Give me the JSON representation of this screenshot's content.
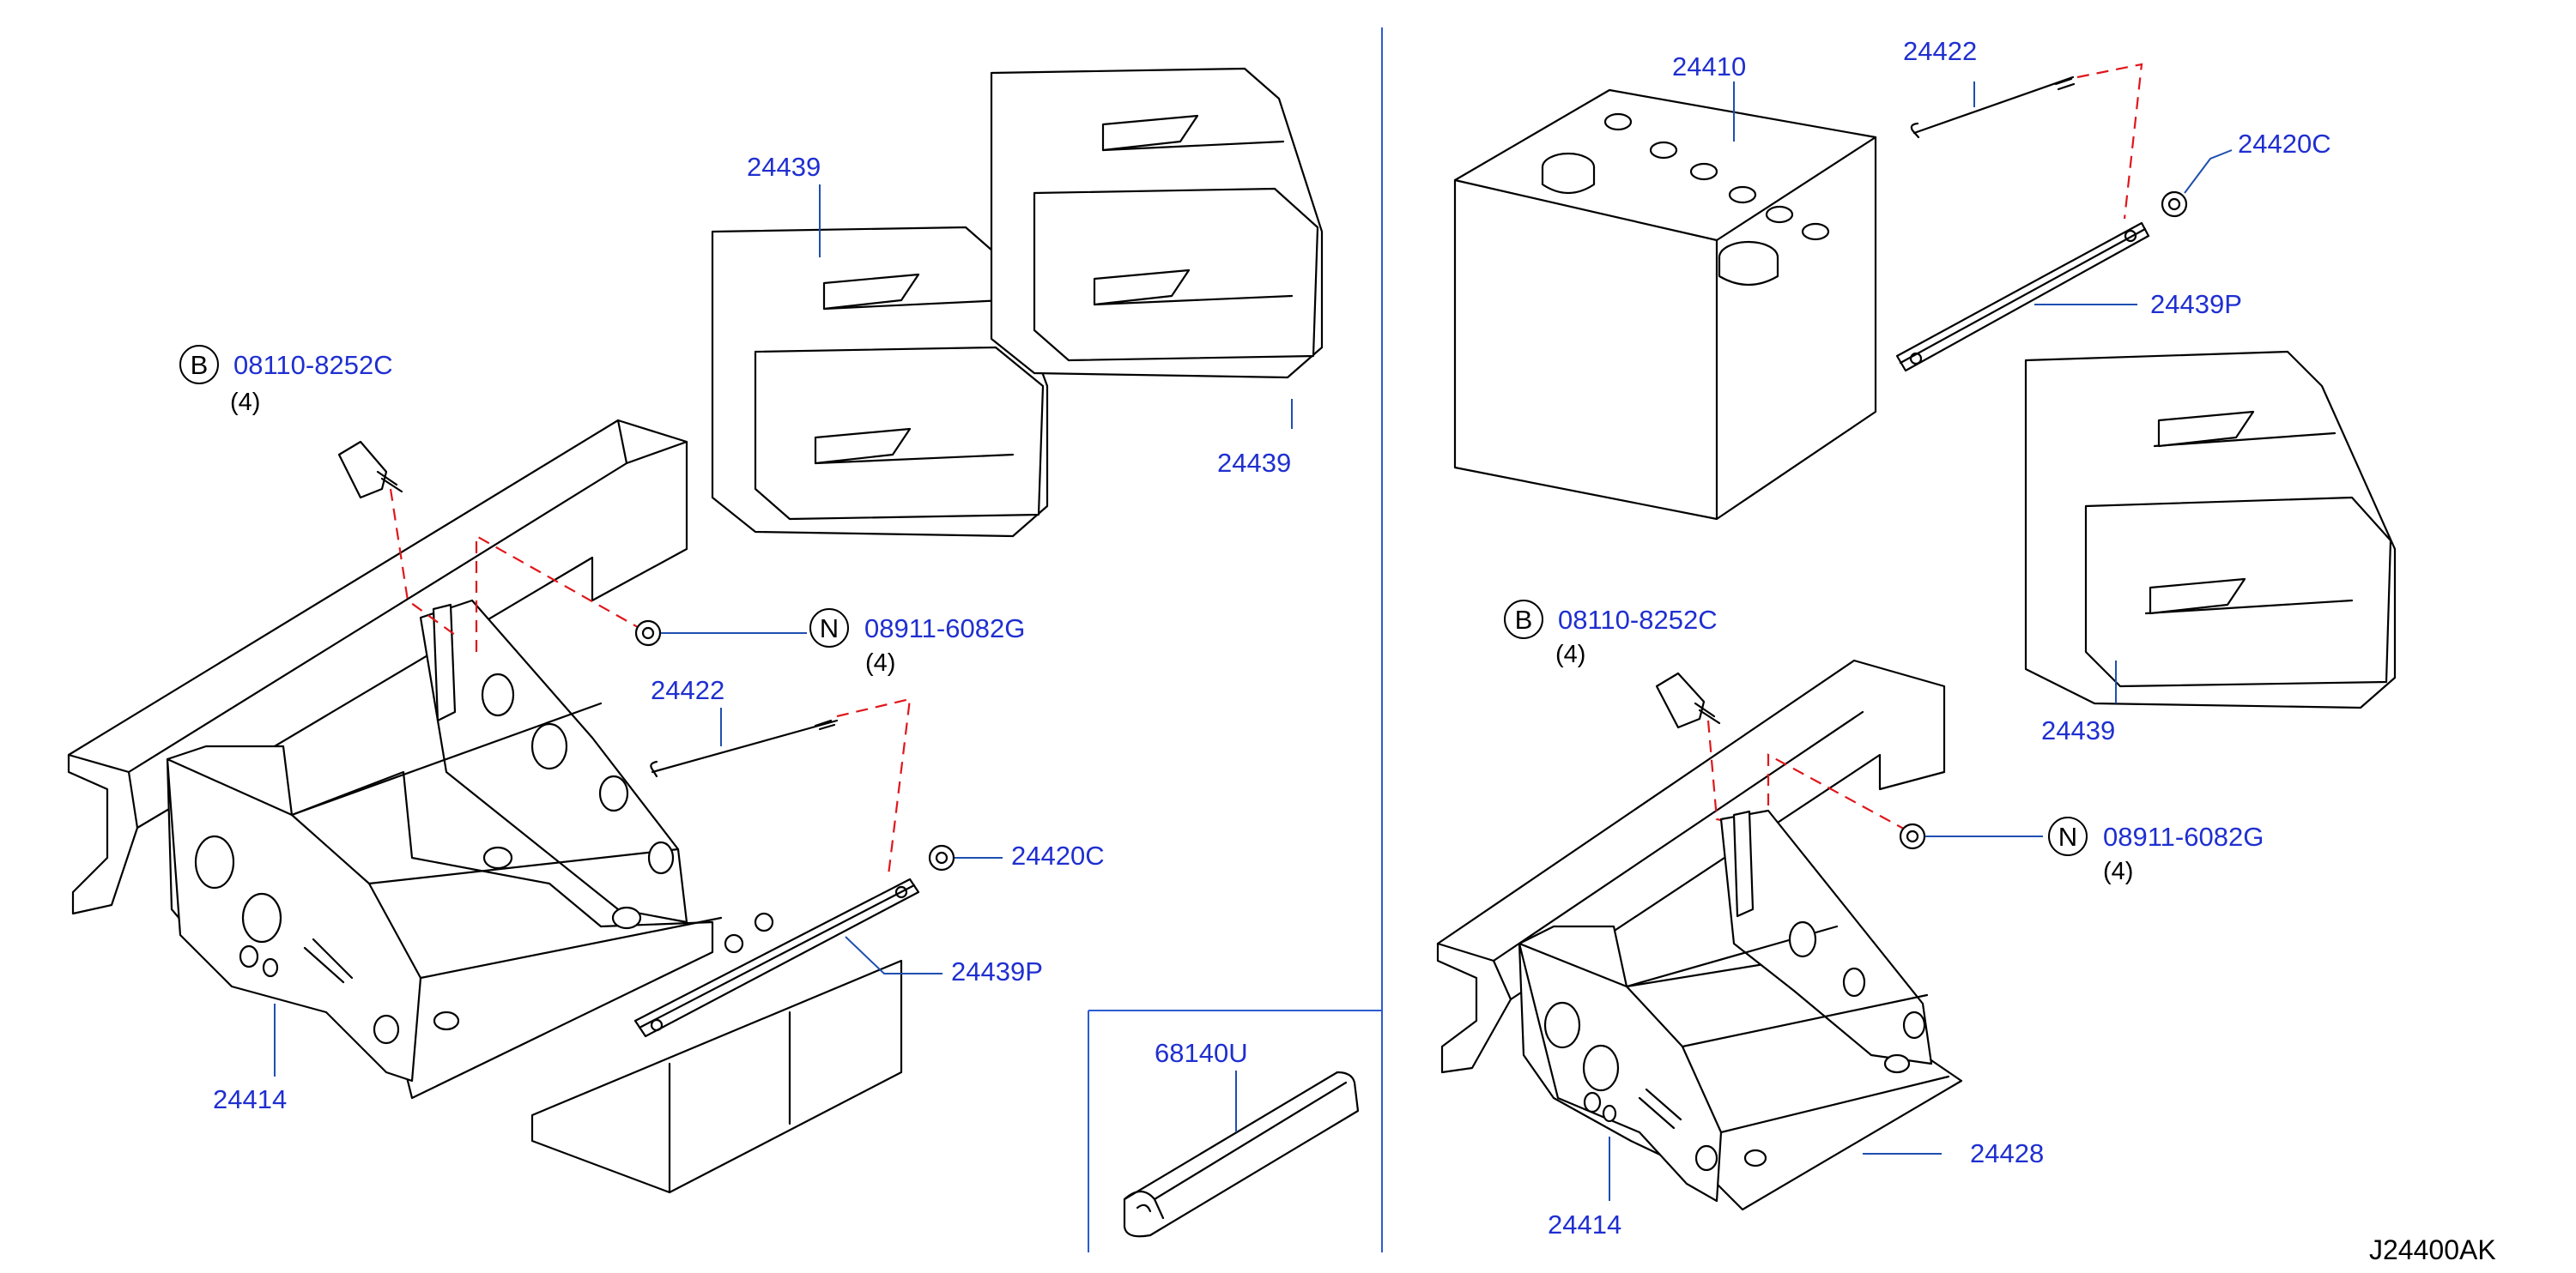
{
  "callouts": {
    "bolt_code_left": "08110-8252C",
    "bolt_letter_left": "B",
    "bolt_qty_left": "(4)",
    "nut_code_left": "08911-6082G",
    "nut_letter_left": "N",
    "nut_qty_left": "(4)",
    "rod_left": "24422",
    "clamp_nut_left": "24420C",
    "frame_left": "24439P",
    "tray_left": "24414",
    "box_upper_a": "24439",
    "box_upper_b": "24439",
    "battery": "24410",
    "rod_right": "24422",
    "clamp_nut_right": "24420C",
    "frame_right": "24439P",
    "box_right": "24439",
    "bolt_code_right": "08110-8252C",
    "bolt_letter_right": "B",
    "bolt_qty_right": "(4)",
    "nut_code_right": "08911-6082G",
    "nut_letter_right": "N",
    "nut_qty_right": "(4)",
    "tray_right": "24414",
    "plate_right": "24428",
    "trim": "68140U"
  },
  "diagram_code": "J24400AK",
  "colors": {
    "callout_text": "#1f2fd0",
    "leader_line": "#1f4fb0",
    "phantom_line": "#e0161b",
    "outline": "#000000"
  }
}
